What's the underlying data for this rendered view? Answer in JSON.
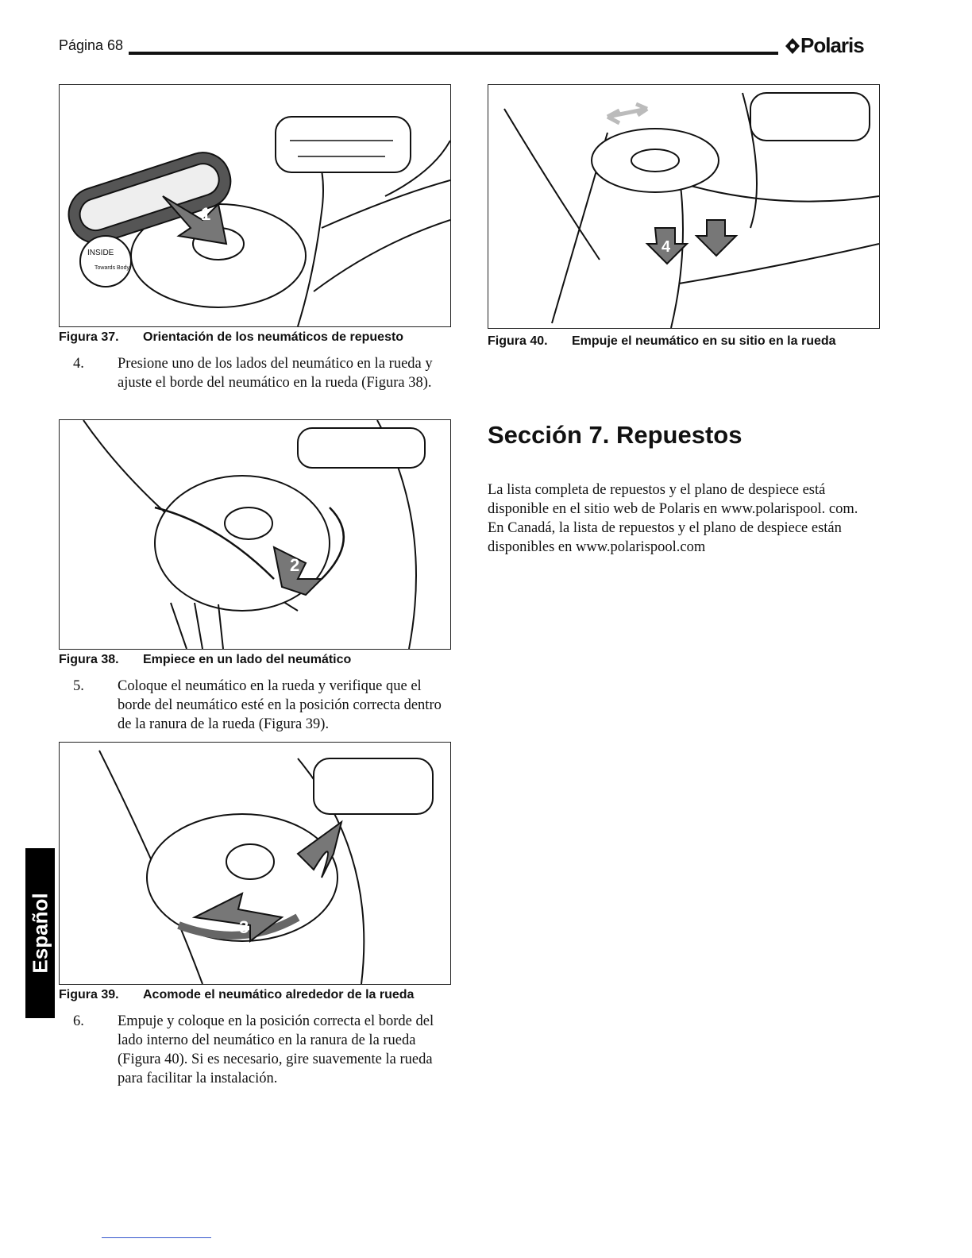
{
  "header": {
    "page_label": "Página 68",
    "brand": "Polaris"
  },
  "figures": [
    {
      "number": "Figura 37.",
      "caption": "Orientación de los neumáticos de repuesto",
      "callout": "1",
      "badge_top": "INSIDE",
      "badge_sub": "Towards Body"
    },
    {
      "number": "Figura 38.",
      "caption": "Empiece en un lado del neumático",
      "callout": "2"
    },
    {
      "number": "Figura 39.",
      "caption": "Acomode el neumático alrededor de la rueda",
      "callout": "3"
    },
    {
      "number": "Figura 40.",
      "caption": "Empuje el neumático en su sitio en la rueda",
      "callout": "4"
    }
  ],
  "steps": [
    {
      "num": "4.",
      "text": "Presione uno de los lados del neumático en la rueda y ajuste el borde del neumático en la rueda (Figura 38)."
    },
    {
      "num": "5.",
      "text": "Coloque el neumático en la rueda y verifique que el borde del neumático esté en la posición correcta dentro de la ranura de la rueda (Figura 39)."
    },
    {
      "num": "6.",
      "text": "Empuje y coloque en la posición correcta el borde del lado interno del neumático en la ranura de la rueda (Figura 40). Si es necesario, gire suavemente la rueda para facilitar la instalación."
    }
  ],
  "section": {
    "title": "Sección 7. Repuestos",
    "body": "La lista completa de repuestos y el plano de despiece está disponible en el sitio web de Polaris en www.polarispool. com. En Canadá, la lista de repuestos y el plano de despiece están disponibles en www.polarispool.com"
  },
  "side_tab": "Español",
  "colors": {
    "ink": "#111111",
    "arrow_fill": "#7a7a7a",
    "arrow_light": "#c8c8c8",
    "tab_bg": "#000000"
  }
}
